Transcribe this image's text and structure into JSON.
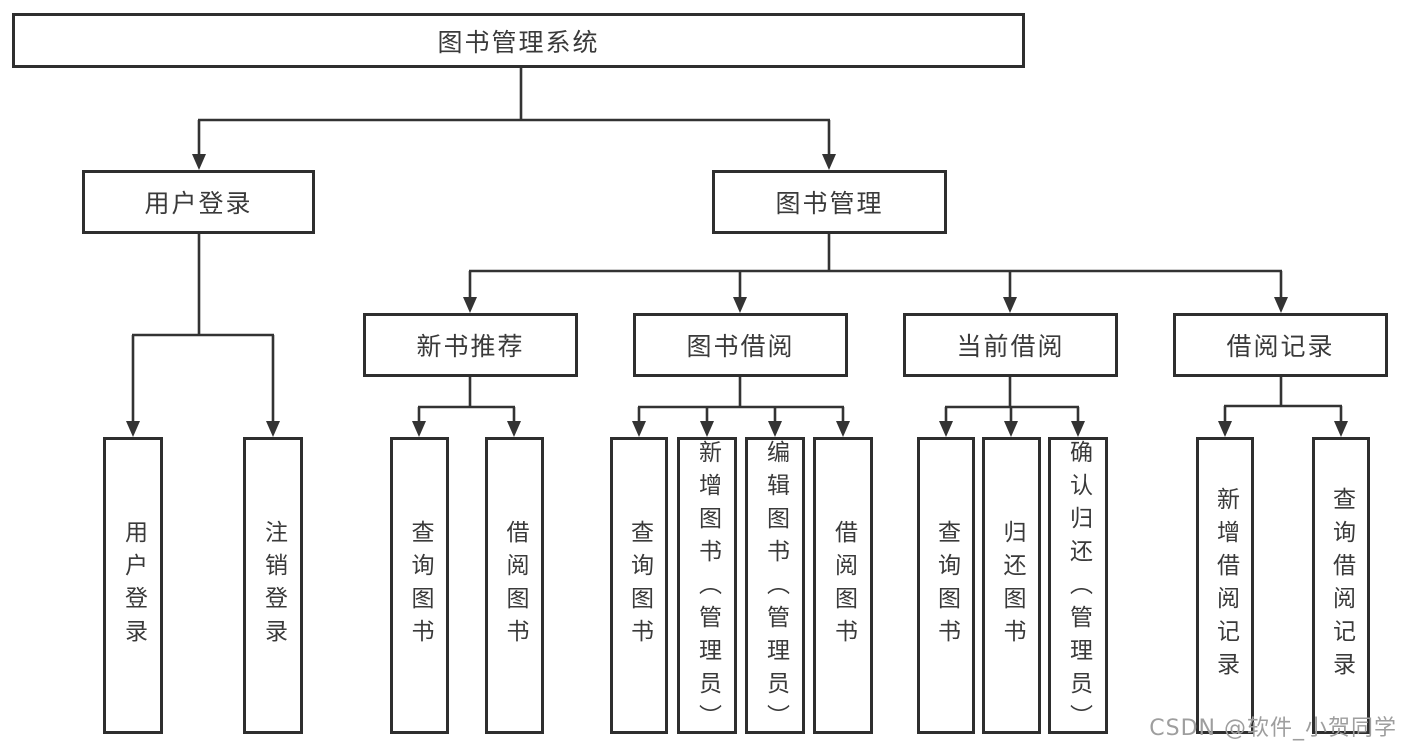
{
  "diagram": {
    "root": "图书管理系统",
    "branches": [
      {
        "label": "用户登录",
        "children": [
          "用户登录",
          "注销登录"
        ]
      },
      {
        "label": "图书管理",
        "groups": [
          {
            "label": "新书推荐",
            "children": [
              "查询图书",
              "借阅图书"
            ]
          },
          {
            "label": "图书借阅",
            "children": [
              "查询图书",
              "新增图书（管理员）",
              "编辑图书（管理员）",
              "借阅图书"
            ]
          },
          {
            "label": "当前借阅",
            "children": [
              "查询图书",
              "归还图书",
              "确认归还（管理员）"
            ]
          },
          {
            "label": "借阅记录",
            "children": [
              "新增借阅记录",
              "查询借阅记录"
            ]
          }
        ]
      }
    ]
  },
  "watermark": {
    "text": "CSDN @软件_小贺同学"
  },
  "colors": {
    "line": "#333333",
    "box_border": "#2e2e2e",
    "text": "#3a3a3a",
    "watermark": "#9e9e9e",
    "background": "#ffffff"
  }
}
